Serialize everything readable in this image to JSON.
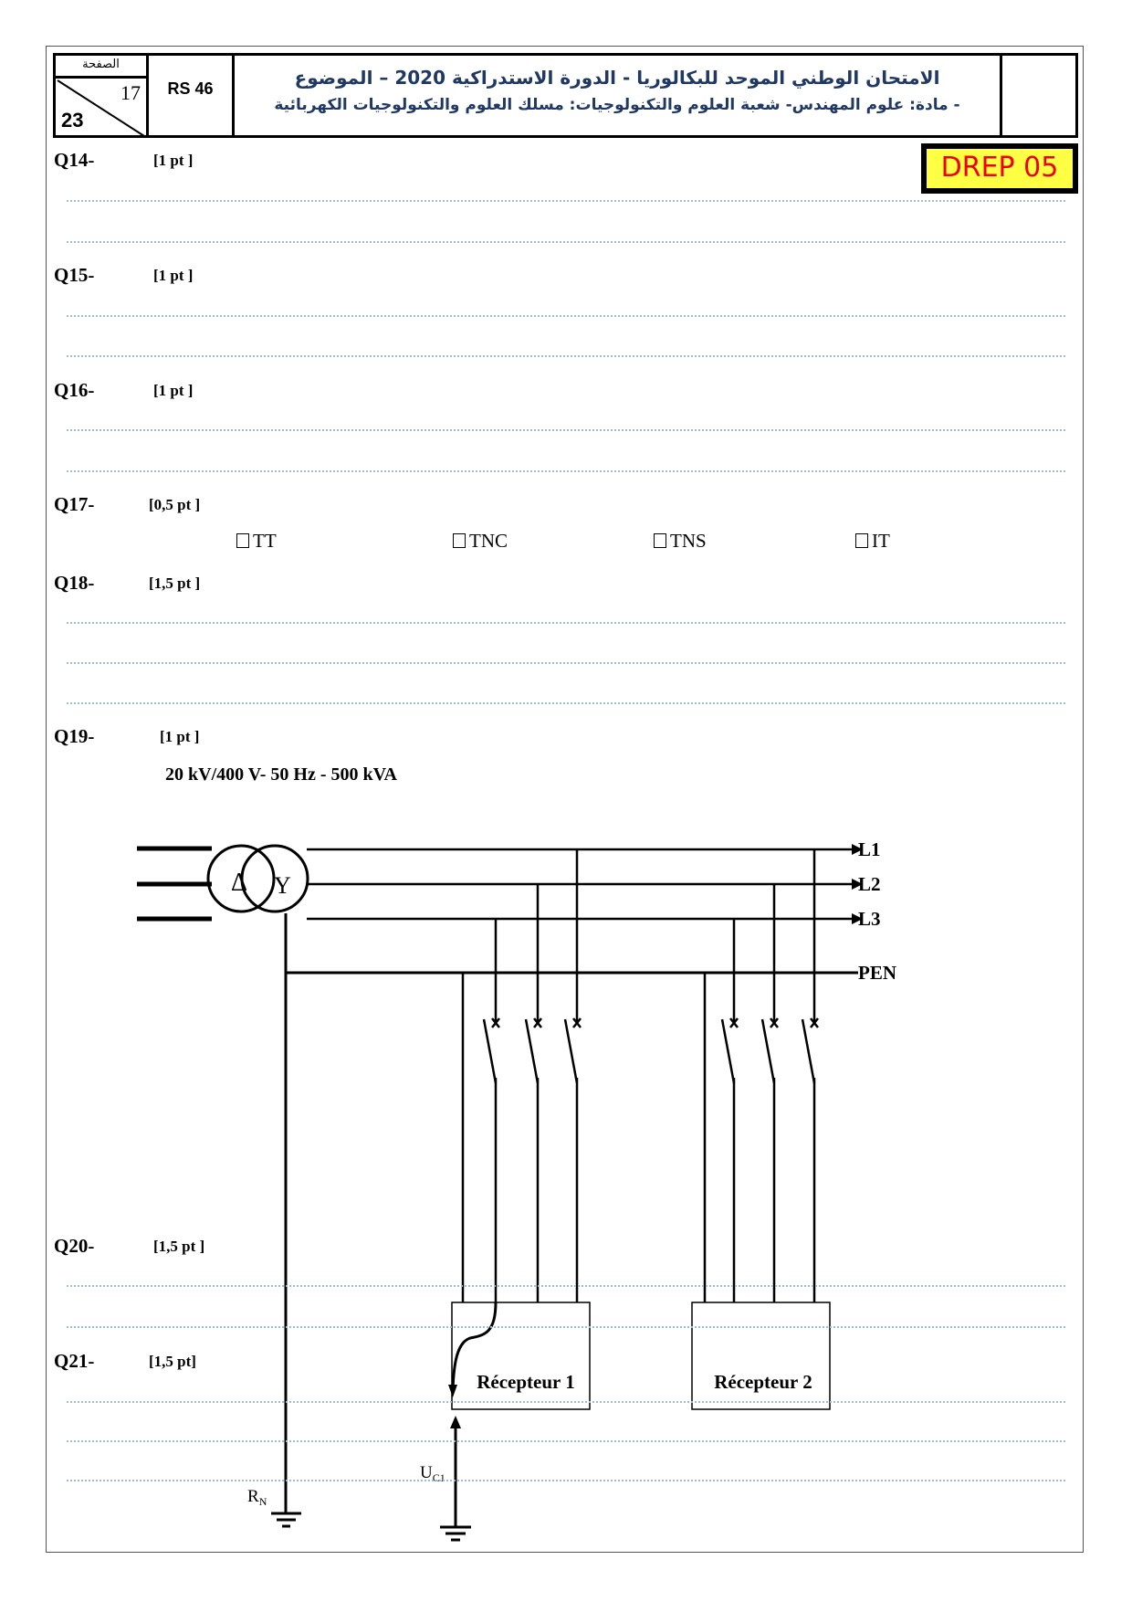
{
  "header": {
    "page_label": "الصفحة",
    "page_current": "17",
    "page_total": "23",
    "code": "RS 46",
    "title_line1": "الامتحان الوطني الموحد للبكالوريا - الدورة الاستدراكية 2020 – الموضوع",
    "title_line2": "- مادة: علوم المهندس- شعبة العلوم والتكنولوجيات: مسلك العلوم والتكنولوجيات الكهربائية"
  },
  "badge": "DREP 05",
  "questions": [
    {
      "id": "Q14-",
      "points": "[1 pt ]"
    },
    {
      "id": "Q15-",
      "points": "[1 pt ]"
    },
    {
      "id": "Q16-",
      "points": "[1 pt ]"
    },
    {
      "id": "Q17-",
      "points": "[0,5 pt ]"
    },
    {
      "id": "Q18-",
      "points": "[1,5 pt ]"
    },
    {
      "id": "Q19-",
      "points": "[1 pt ]"
    },
    {
      "id": "Q20-",
      "points": "[1,5 pt ]"
    },
    {
      "id": "Q21-",
      "points": "[1,5 pt]"
    }
  ],
  "q17_options": [
    "TT",
    "TNC",
    "TNS",
    "IT"
  ],
  "diagram": {
    "rating": "20 kV/400 V- 50 Hz - 500 kVA",
    "delta": "Δ",
    "star": "Y",
    "lines": [
      "L1",
      "L2",
      "L3",
      "PEN"
    ],
    "receiver1": "Récepteur 1",
    "receiver2": "Récepteur 2",
    "rn": "R",
    "rn_sub": "N",
    "uc": "U",
    "uc_sub": "C1"
  }
}
